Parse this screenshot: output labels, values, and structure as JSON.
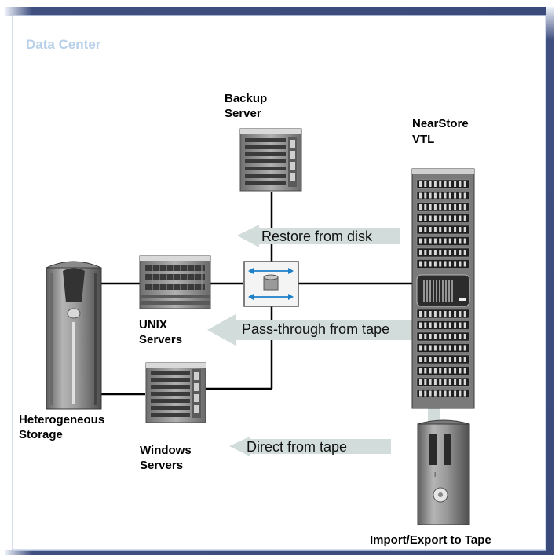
{
  "diagram": {
    "title": "Data Center",
    "nodes": {
      "backup_server": "Backup\nServer",
      "nearstore_vtl": "NearStore\nVTL",
      "unix_servers": "UNIX\nServers",
      "heterogeneous_storage": "Heterogeneous\nStorage",
      "windows_servers": "Windows\nServers",
      "tape": "Import/Export to Tape"
    },
    "flows": {
      "restore": "Restore from disk",
      "pass_through": "Pass-through from tape",
      "direct": "Direct from tape"
    }
  },
  "colors": {
    "frame_dark": "#3f4f7f",
    "frame_edge": "#c8d4ea",
    "arrow_fill": "#d2dcda",
    "device_gray": "#8c8c8c",
    "title_color": "#b8d0e8"
  }
}
